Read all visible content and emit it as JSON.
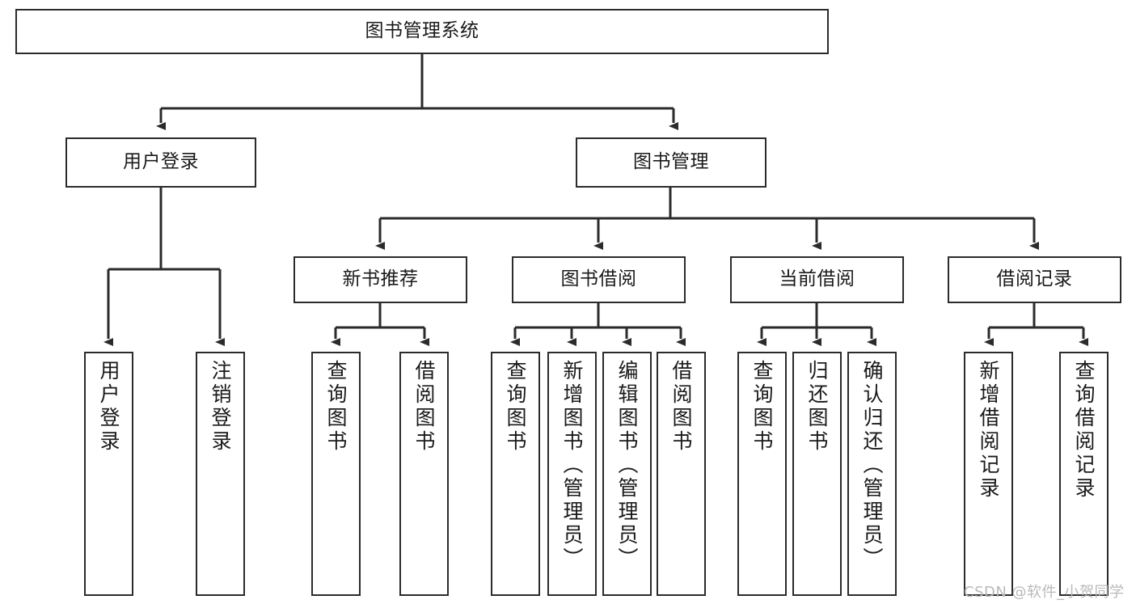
{
  "diagram": {
    "title": "图书管理系统",
    "type": "tree-hierarchy-chart",
    "colors": {
      "box_border": "#2b2b2b",
      "box_fill": "#ffffff",
      "connector": "#2b2b2b",
      "background": "#ffffff",
      "watermark": "#b9b9b9"
    },
    "nodes": {
      "root": {
        "label": "图书管理系统"
      },
      "level2": [
        {
          "id": "user-login",
          "label": "用户登录"
        },
        {
          "id": "book-management",
          "label": "图书管理"
        }
      ],
      "level3": [
        {
          "id": "new-book-recommend",
          "label": "新书推荐"
        },
        {
          "id": "book-borrow",
          "label": "图书借阅"
        },
        {
          "id": "current-borrow",
          "label": "当前借阅"
        },
        {
          "id": "borrow-record",
          "label": "借阅记录"
        }
      ],
      "leaves": {
        "user_login": [
          {
            "id": "leaf-user-login",
            "label": "用户登录"
          },
          {
            "id": "leaf-logout-login",
            "label": "注销登录"
          }
        ],
        "new_book_recommend": [
          {
            "id": "leaf-query-book-1",
            "label": "查询图书"
          },
          {
            "id": "leaf-borrow-book-1",
            "label": "借阅图书"
          }
        ],
        "book_borrow": [
          {
            "id": "leaf-query-book-2",
            "label": "查询图书"
          },
          {
            "id": "leaf-add-book",
            "label": "新增图书（管理员）"
          },
          {
            "id": "leaf-edit-book",
            "label": "编辑图书（管理员）"
          },
          {
            "id": "leaf-borrow-book-2",
            "label": "借阅图书"
          }
        ],
        "current_borrow": [
          {
            "id": "leaf-query-book-3",
            "label": "查询图书"
          },
          {
            "id": "leaf-return-book",
            "label": "归还图书"
          },
          {
            "id": "leaf-confirm-return",
            "label": "确认归还（管理员）"
          }
        ],
        "borrow_record": [
          {
            "id": "leaf-add-record",
            "label": "新增借阅记录"
          },
          {
            "id": "leaf-query-record",
            "label": "查询借阅记录"
          }
        ]
      }
    },
    "watermark": "CSDN @软件_小贺同学"
  }
}
